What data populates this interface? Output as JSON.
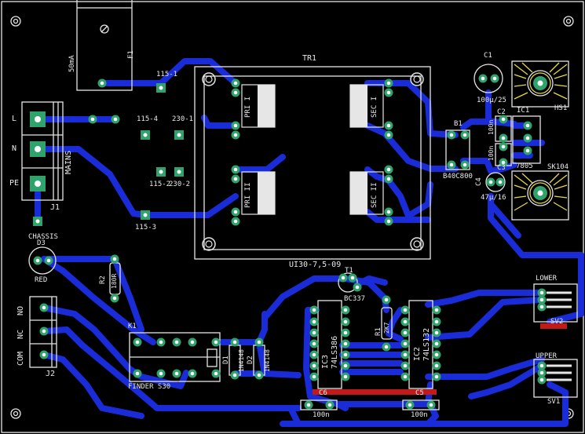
{
  "colors": {
    "background": "#000000",
    "trace": "#1a2bd8",
    "silkscreen": "#e6e6e6",
    "pad": "#2fa36b",
    "drill": "#ffffff",
    "highlight": "#c01a1a"
  },
  "labels": {
    "tr1": "TR1",
    "transformer_model": "UI30-7,5-09",
    "pri1": "PRI I",
    "pri2": "PRI II",
    "sec1": "SEC I",
    "sec2": "SEC II",
    "tap_115_1": "115-1",
    "tap_115_4": "115-4",
    "tap_230_1": "230-1",
    "tap_115_2": "115-2",
    "tap_230_2": "230-2",
    "tap_115_3": "115-3",
    "f1": "F1",
    "fuse": "50mA",
    "l": "L",
    "n": "N",
    "pe": "PE",
    "mains": "MAINS",
    "j1": "J1",
    "chassis": "CHASSIS",
    "d3": "D3",
    "red": "RED",
    "r2": "R2",
    "r2_val": "180R",
    "no": "NO",
    "nc": "NC",
    "com": "COM",
    "j2": "J2",
    "k1": "K1",
    "finder": "FINDER S30",
    "d1": "D1",
    "d1_val": "1N4148",
    "d2": "D2",
    "d2_val": "1N4148",
    "t1": "T1",
    "bc337": "BC337",
    "ic3": "IC3",
    "ic3_val": "74LS386",
    "ic2": "IC2",
    "ic2_val": "74LS132",
    "r1": "R1",
    "r1_val": "2K7",
    "c6": "C6",
    "c5": "C5",
    "c6_val": "100n",
    "c5_val": "100n",
    "c1": "C1",
    "c1_val": "100μ/25",
    "c2": "C2",
    "c2_val": "100n",
    "c3": "C3",
    "c3_val": "100n",
    "c4": "C4",
    "c4_val": "47μ/16",
    "ic1": "IC1",
    "ic1_val": "7805",
    "b1": "B1",
    "b1_val": "B40C800",
    "hs1": "HS1",
    "sk104": "SK104",
    "lower": "LOWER",
    "upper": "UPPER",
    "sv2": "SV2",
    "sv1": "SV1"
  }
}
